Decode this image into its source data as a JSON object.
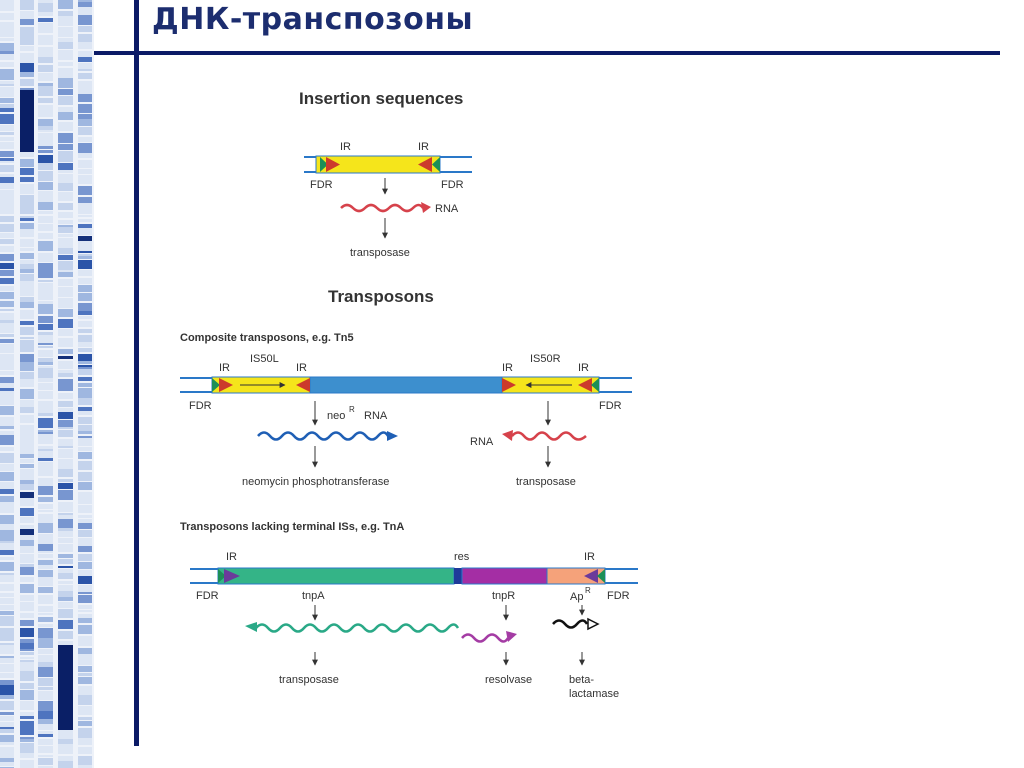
{
  "slide": {
    "title": "ДНК-транспозоны",
    "colors": {
      "accent_line": "#0b1a66",
      "title_text": "#1c2d6f",
      "dna_strand": "#2a78c8",
      "insertion_sequence": "#f5e51b",
      "inverted_repeat": "#cc3b2c",
      "direct_repeat": "#1c8f57",
      "interior_dna": "#3d8fce",
      "tnpA_gene": "#34b487",
      "res_site": "#1f3a9a",
      "tnpR_gene": "#a42ea4",
      "apR_gene": "#f5a27a",
      "rna_red": "#d6424b",
      "rna_blue": "#1f5fb5",
      "rna_teal": "#2aa987",
      "rna_purple": "#a43ca4"
    }
  },
  "diagram": {
    "insertion_sequences": {
      "heading": "Insertion sequences",
      "ir_left": "IR",
      "ir_right": "IR",
      "fdr_left": "FDR",
      "fdr_right": "FDR",
      "rna": "RNA",
      "product": "transposase"
    },
    "transposons": {
      "heading": "Transposons",
      "composite": {
        "subheading": "Composite transposons, e.g. Tn5",
        "ir_1": "IR",
        "is50l": "IS50L",
        "ir_2": "IR",
        "ir_3": "IR",
        "is50r": "IS50R",
        "ir_4": "IR",
        "fdr_left": "FDR",
        "fdr_right": "FDR",
        "neo": "neo",
        "neo_sup": "R",
        "rna_neo": "RNA",
        "rna_right": "RNA",
        "product_neo": "neomycin phosphotransferase",
        "product_transposase": "transposase"
      },
      "lacking": {
        "subheading": "Transposons lacking terminal ISs, e.g. TnA",
        "ir_left": "IR",
        "res": "res",
        "ir_right": "IR",
        "fdr_left": "FDR",
        "fdr_right": "FDR",
        "tnpa": "tnpA",
        "tnpr": "tnpR",
        "ap": "Ap",
        "ap_sup": "R",
        "product_transposase": "transposase",
        "product_resolvase": "resolvase",
        "product_beta_1": "beta-",
        "product_beta_2": "lactamase"
      }
    }
  }
}
